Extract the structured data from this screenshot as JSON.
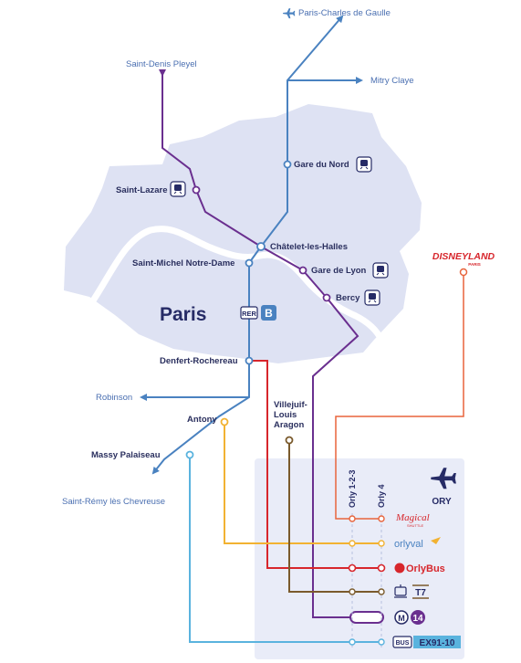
{
  "city": {
    "name": "Paris"
  },
  "rer": {
    "label": "RER",
    "line": "B"
  },
  "destinations": {
    "cdg": "Paris-Charles de Gaulle",
    "mitry": "Mitry Claye",
    "saint_denis": "Saint-Denis Pleyel",
    "robinson": "Robinson",
    "saint_remy": "Saint-Rémy lès Chevreuse"
  },
  "stations": {
    "gare_du_nord": "Gare du Nord",
    "saint_lazare": "Saint-Lazare",
    "chatelet": "Châtelet-les-Halles",
    "saint_michel": "Saint-Michel Notre-Dame",
    "gare_de_lyon": "Gare de Lyon",
    "bercy": "Bercy",
    "denfert": "Denfert-Rochereau",
    "villejuif": [
      "Villejuif-",
      "Louis",
      "Aragon"
    ],
    "antony": "Antony",
    "massy": "Massy Palaiseau"
  },
  "airport": {
    "code": "ORY",
    "terminals": [
      "Orly 1-2-3",
      "Orly 4"
    ]
  },
  "services": {
    "disneyland": "DISNEYLAND",
    "disneyland_sub": "PARIS",
    "magical_shuttle": "Magical",
    "magical_sub": "SHUTTLE",
    "orlyval": "orlyval",
    "orlybus": "OrlyBus",
    "tram": "T7",
    "metro": "M",
    "metro_line": "14",
    "bus_label": "BUS",
    "bus_lines": "EX91-10"
  },
  "colors": {
    "rer_b": "#4a82c0",
    "metro_14": "#6a2f8f",
    "orlybus": "#d7262c",
    "orlyval": "#f2b232",
    "tram_t7": "#7a5a2c",
    "express_bus": "#5ab3de",
    "disney_shuttle": "#e8643c",
    "city_fill": "#dee2f3",
    "river": "#ffffff",
    "airport_panel": "#e9ecf8"
  }
}
